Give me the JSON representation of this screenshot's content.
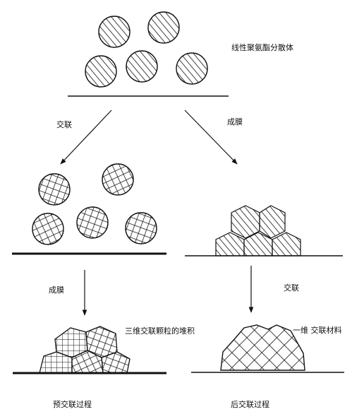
{
  "labels": {
    "dispersion": "线性聚氨酯分散体",
    "crosslink_left": "交联",
    "film_right": "成膜",
    "film_left": "成膜",
    "crosslink_right": "交联",
    "stacked_particles": "三维交联颗粒的堆积",
    "network_material": "一维 交联材料",
    "pre_crosslink": "预交联过程",
    "post_crosslink": "后交联过程"
  },
  "colors": {
    "ink": "#111111",
    "background": "#ffffff"
  }
}
